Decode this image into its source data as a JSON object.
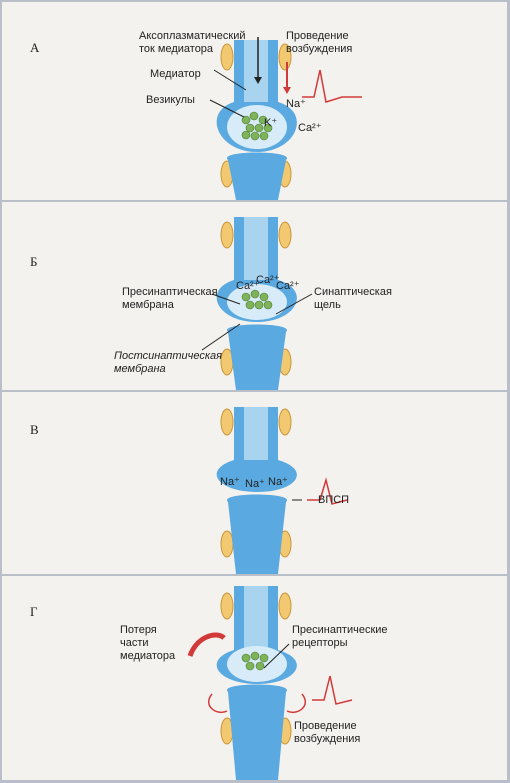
{
  "panels": [
    {
      "letter": "А",
      "labels": {
        "axoplasmic": "Аксоплазматический",
        "axoplasmic2": "ток медиатора",
        "excitation": "Проведение",
        "excitation2": "возбуждения",
        "mediator": "Медиатор",
        "vesicles": "Везикулы",
        "na": "Na⁺",
        "k": "K⁺",
        "ca": "Ca²⁺"
      }
    },
    {
      "letter": "Б",
      "labels": {
        "presyn": "Пресинаптическая",
        "presyn2": "мембрана",
        "synaptic": "Синаптическая",
        "synaptic2": "щель",
        "postsyn": "Постсинаптическая",
        "postsyn2": "мембрана",
        "ca1": "Ca²⁺",
        "ca2": "Ca²⁺",
        "ca3": "Ca²⁺"
      }
    },
    {
      "letter": "В",
      "labels": {
        "na1": "Na⁺",
        "na2": "Na⁺",
        "na3": "Na⁺",
        "epsp": "ВПСП"
      }
    },
    {
      "letter": "Г",
      "labels": {
        "loss": "Потеря",
        "loss2": "части",
        "loss3": "медиатора",
        "receptors": "Пресинаптические",
        "receptors2": "рецепторы",
        "excitation": "Проведение",
        "excitation2": "возбуждения"
      }
    }
  ],
  "colors": {
    "axon": "#5aa9e0",
    "axon_light": "#a8d4f0",
    "myelin": "#f2c870",
    "vesicle": "#7fb35a",
    "arrow_red": "#d23a3a",
    "background": "#f4f2ee"
  }
}
